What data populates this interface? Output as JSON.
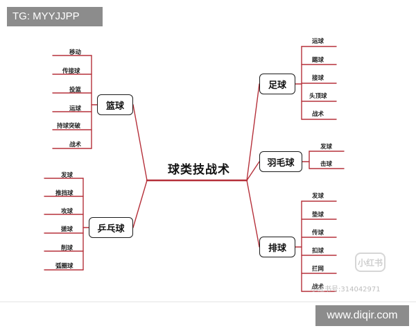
{
  "watermarks": {
    "top_left": "TG: MYYJJPP",
    "bottom_right": "www.diqir.com",
    "logo": "小红书",
    "id_text": "小红书号:314042971"
  },
  "mindmap": {
    "center": "球类技战术",
    "colors": {
      "line": "#b5303a",
      "box_border": "#1a1a1a"
    },
    "branches": {
      "basketball": {
        "label": "篮球",
        "items": [
          "移动",
          "传接球",
          "投篮",
          "运球",
          "持球突破",
          "战术"
        ]
      },
      "pingpong": {
        "label": "乒乓球",
        "items": [
          "发球",
          "推挡球",
          "攻球",
          "搓球",
          "削球",
          "弧圈球"
        ]
      },
      "football": {
        "label": "足球",
        "items": [
          "运球",
          "踢球",
          "接球",
          "头顶球",
          "战术"
        ]
      },
      "badminton": {
        "label": "羽毛球",
        "items": [
          "发球",
          "击球"
        ]
      },
      "volleyball": {
        "label": "排球",
        "items": [
          "发球",
          "垫球",
          "传球",
          "扣球",
          "拦网",
          "战术"
        ]
      }
    }
  }
}
